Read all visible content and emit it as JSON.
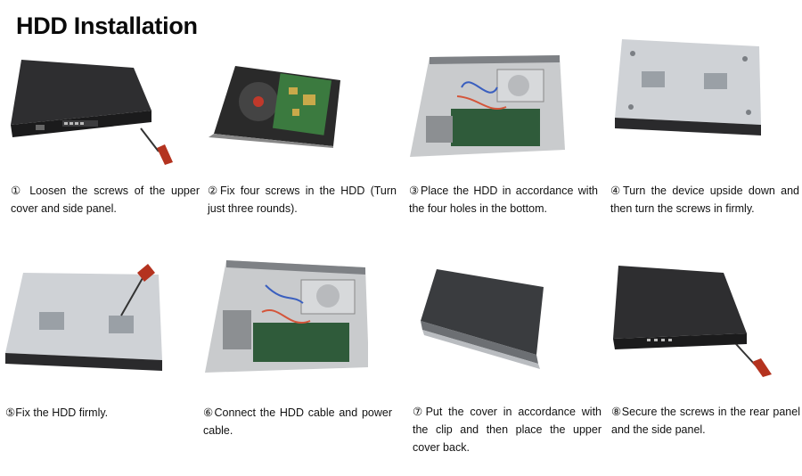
{
  "title": "HDD Installation",
  "steps": [
    {
      "caption": "① Loosen the screws of the upper cover and side panel.",
      "icon": "open-dvr-cover-photo"
    },
    {
      "caption": "②Fix four screws in the HDD (Turn just three rounds).",
      "icon": "hard-drive-photo"
    },
    {
      "caption": "③Place the HDD in accordance with the four holes in the bottom.",
      "icon": "dvr-interior-photo"
    },
    {
      "caption": "④Turn the device upside down and then turn the screws in firmly.",
      "icon": "dvr-bottom-photo"
    },
    {
      "caption": "⑤Fix the HDD firmly.",
      "icon": "dvr-bottom-screwdriver-photo"
    },
    {
      "caption": "⑥Connect the HDD cable and power cable.",
      "icon": "dvr-cables-photo"
    },
    {
      "caption": "⑦Put the cover in accordance with the clip and then place the upper cover back.",
      "icon": "dvr-cover-photo"
    },
    {
      "caption": "⑧Secure the screws in the rear panel and the side panel.",
      "icon": "dvr-rear-screwdriver-photo"
    }
  ]
}
